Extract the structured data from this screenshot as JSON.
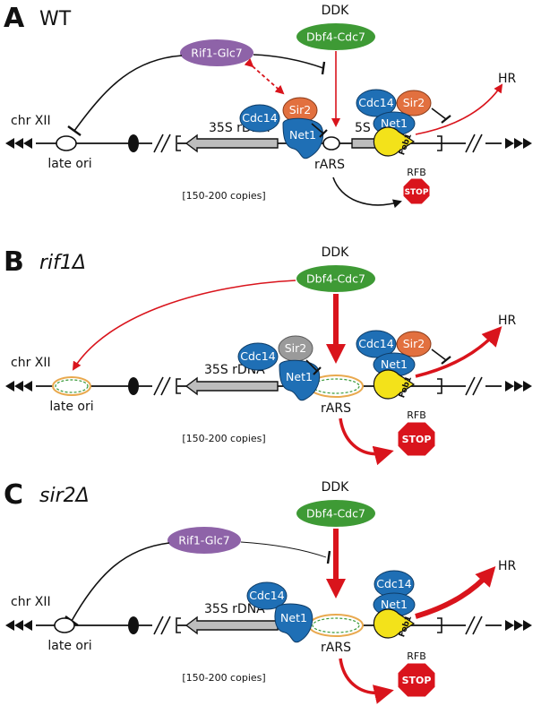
{
  "colors": {
    "dbf4_cdc7": "#3e9a35",
    "rif1_glc7": "#8e63a8",
    "cdc14_net1": "#1f6fb5",
    "sir2": "#e2703f",
    "sir2_inactive": "#9a9a9a",
    "fob1": "#f3e21a",
    "stop": "#d9141c",
    "activation_arrow": "#d9141c",
    "bubble_outer": "#e9a94e",
    "bubble_inner": "#3a9a3a",
    "rDNA_arrow": "#bdbdbd"
  },
  "panels": [
    {
      "letter": "A",
      "title": "WT",
      "title_italic": false,
      "ddk": "DDK",
      "dbf4": "Dbf4-Cdc7",
      "rif1": "Rif1-Glc7",
      "chr": "chr XII",
      "late_ori": "late ori",
      "rDNA": "35S rDNA",
      "five_s": "5S",
      "cdc14": "Cdc14",
      "sir2": "Sir2",
      "net1": "Net1",
      "rars": "rARS",
      "rfb": "RFB",
      "stop": "STOP",
      "hr": "HR",
      "fob1": "Fob1",
      "copies": "[150-200 copies]"
    },
    {
      "letter": "B",
      "title": "rif1Δ",
      "title_italic": true,
      "ddk": "DDK",
      "dbf4": "Dbf4-Cdc7",
      "chr": "chr XII",
      "late_ori": "late ori",
      "rDNA": "35S rDNA",
      "cdc14": "Cdc14",
      "sir2": "Sir2",
      "net1": "Net1",
      "rars": "rARS",
      "rfb": "RFB",
      "stop": "STOP",
      "hr": "HR",
      "fob1": "Fob1",
      "copies": "[150-200 copies]"
    },
    {
      "letter": "C",
      "title": "sir2Δ",
      "title_italic": true,
      "ddk": "DDK",
      "dbf4": "Dbf4-Cdc7",
      "rif1": "Rif1-Glc7",
      "chr": "chr XII",
      "late_ori": "late ori",
      "rDNA": "35S rDNA",
      "cdc14": "Cdc14",
      "net1": "Net1",
      "rars": "rARS",
      "rfb": "RFB",
      "stop": "STOP",
      "hr": "HR",
      "fob1": "Fob1",
      "copies": "[150-200 copies]"
    }
  ]
}
